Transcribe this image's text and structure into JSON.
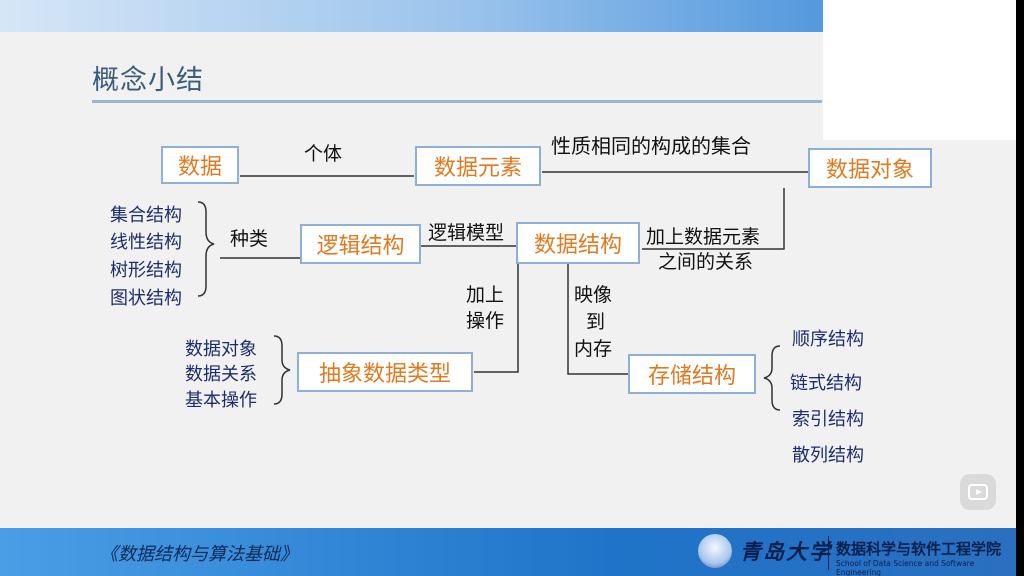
{
  "slide": {
    "title": "概念小结",
    "footer": {
      "course": "《数据结构与算法基础》",
      "university": "青岛大学",
      "school_cn": "数据科学与软件工程学院",
      "school_en": "School of Data Science and Software Engineering"
    }
  },
  "diagram": {
    "nodes": {
      "data": "数据",
      "data_element": "数据元素",
      "data_object": "数据对象",
      "logical_structure": "逻辑结构",
      "data_structure": "数据结构",
      "adt": "抽象数据类型",
      "storage_structure": "存储结构"
    },
    "edge_labels": {
      "individual": "个体",
      "same_nature_set": "性质相同的构成的集合",
      "kinds": "种类",
      "logical_model": "逻辑模型",
      "plus_relation_line1": "加上数据元素",
      "plus_relation_line2": "之间的关系",
      "plus_ops_line1": "加上",
      "plus_ops_line2": "操作",
      "map_line1": "映像",
      "map_line2": "到",
      "map_line3": "内存"
    },
    "logical_kinds": [
      "集合结构",
      "线性结构",
      "树形结构",
      "图状结构"
    ],
    "adt_parts": [
      "数据对象",
      "数据关系",
      "基本操作"
    ],
    "storage_kinds": [
      "顺序结构",
      "链式结构",
      "索引结构",
      "散列结构"
    ]
  },
  "colors": {
    "box_text": "#e07a1f",
    "box_border": "#8fb0d6",
    "list_text": "#1d2d6b",
    "title_text": "#3b5b7a"
  },
  "icons": {
    "player": "play-icon",
    "logo": "university-seal-icon"
  }
}
